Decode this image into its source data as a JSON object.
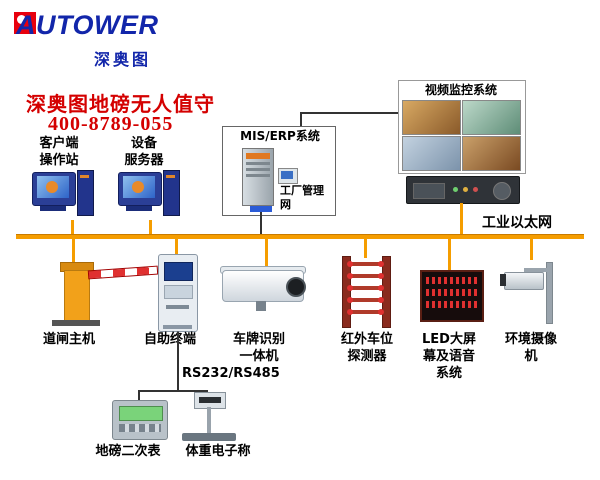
{
  "logo": {
    "brand": "AUTOWER",
    "sub": "深奥图"
  },
  "header": {
    "title": "深奥图地磅无人值守",
    "phone": "400-8789-055"
  },
  "workstations": [
    {
      "label": "客户端\n操作站"
    },
    {
      "label": "设备\n服务器"
    }
  ],
  "mis": {
    "label": "MIS/ERP系统",
    "net_label": "工厂管理网"
  },
  "video": {
    "label": "视频监控系统"
  },
  "bus": {
    "label": "工业以太网"
  },
  "devices": [
    {
      "label": "道闸主机"
    },
    {
      "label": "自助终端"
    },
    {
      "label": "车牌识别\n一体机"
    },
    {
      "label": "红外车位\n探测器"
    },
    {
      "label": "LED大屏\n幕及语音\n系统"
    },
    {
      "label": "环境摄像\n机"
    }
  ],
  "serial": {
    "label": "RS232/RS485"
  },
  "peripherals": [
    {
      "label": "地磅二次表"
    },
    {
      "label": "体重电子称"
    }
  ],
  "colors": {
    "accent_orange": "#f59d00",
    "brand_blue": "#1226aa",
    "alert_red": "#d40000"
  }
}
